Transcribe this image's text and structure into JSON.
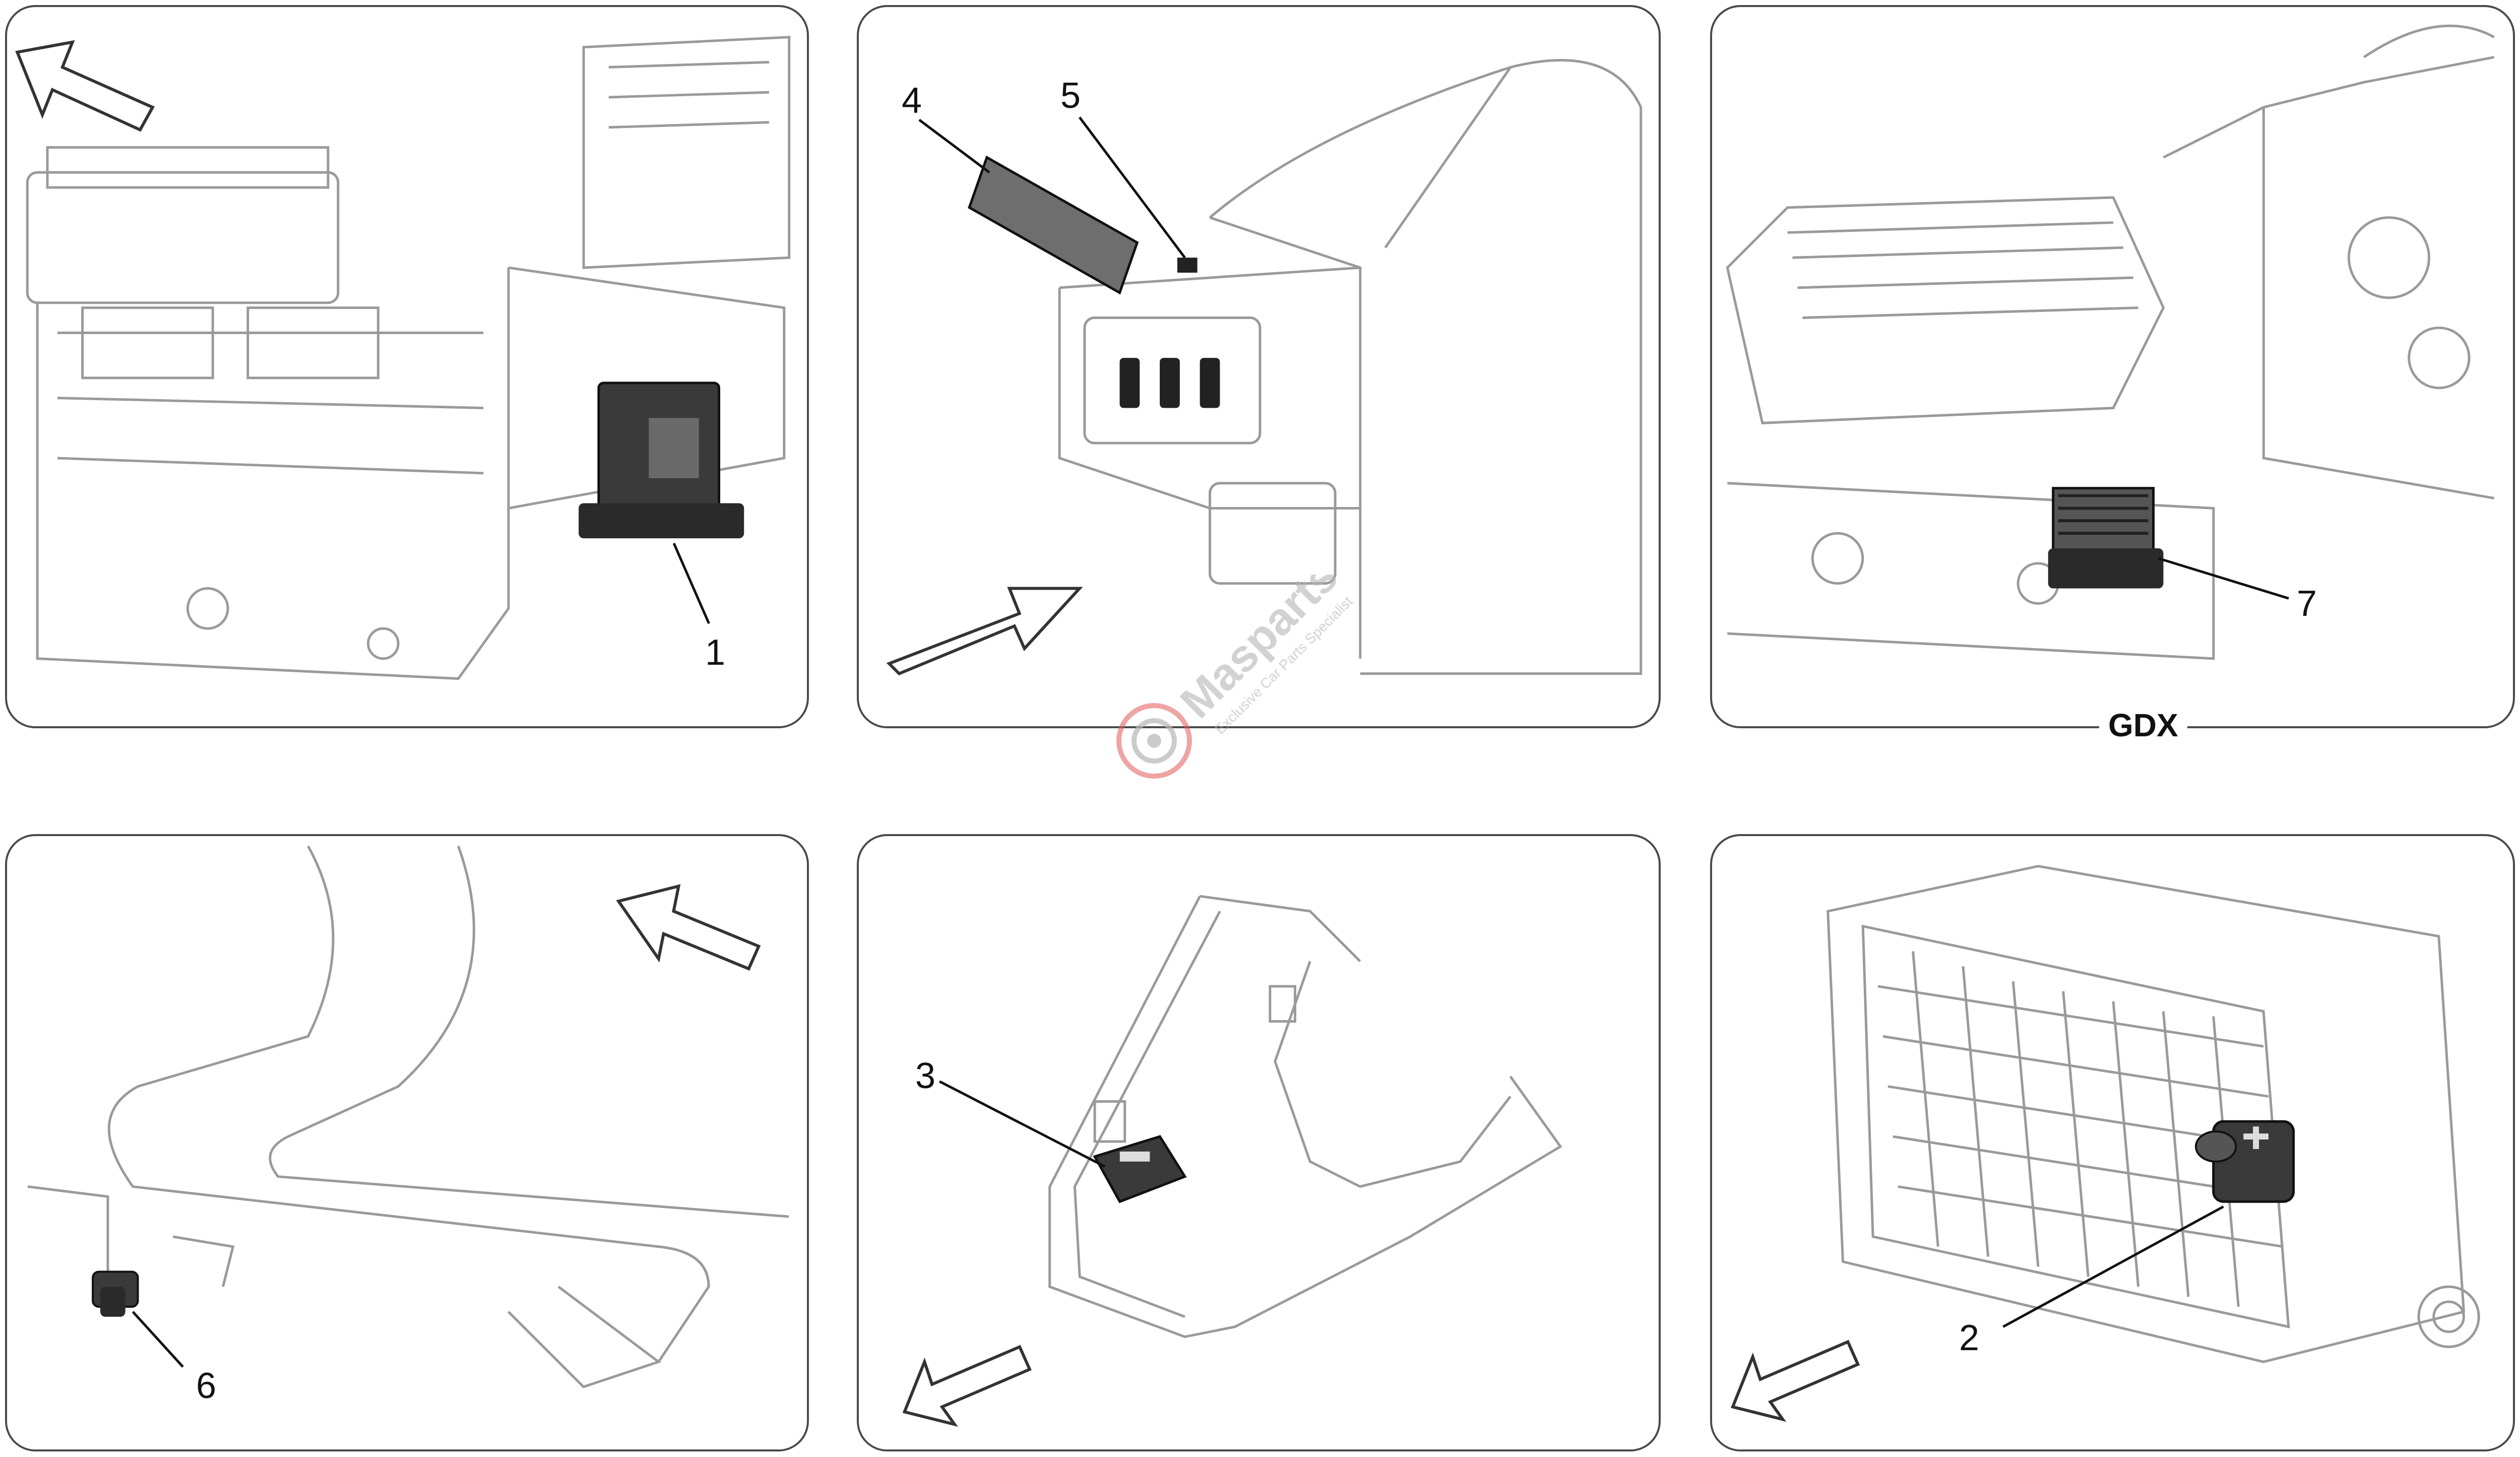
{
  "callouts": {
    "c1": "1",
    "c2": "2",
    "c3": "3",
    "c4": "4",
    "c5": "5",
    "c6": "6",
    "c7": "7"
  },
  "variant_label": "GDX",
  "watermark": {
    "brand": "Masparts",
    "tagline": "Exclusive Car Parts Specialist"
  },
  "colors": {
    "frame": "#4a4a4a",
    "line_art": "#9a9a9a",
    "part_dark": "#3a3a3a",
    "watermark_red": "#e05a5a",
    "watermark_gray": "#b5b5b5"
  }
}
